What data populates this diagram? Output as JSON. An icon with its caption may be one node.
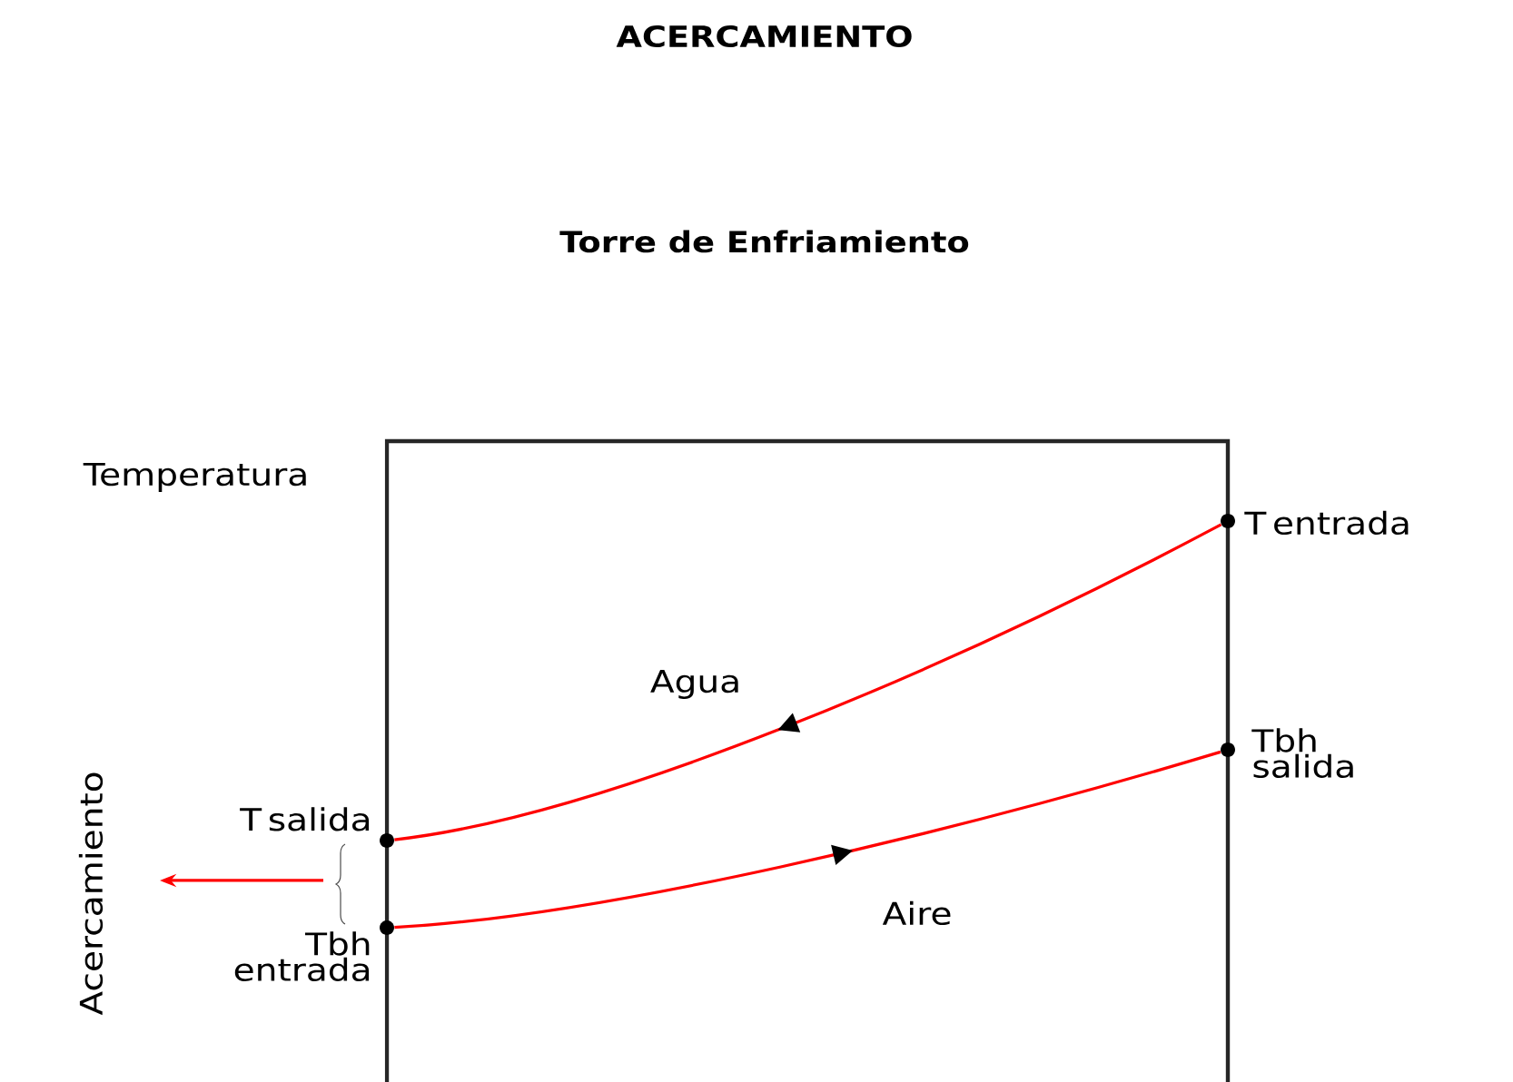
{
  "diagram": {
    "title": "ACERCAMIENTO",
    "nodes": [
      {
        "text": [],
        "shape": "circle",
        "beside": [
          "T entrada"
        ]
      },
      {
        "text": [],
        "shape": "circle",
        "beside": [
          "Tbh salida"
        ]
      },
      {
        "text": [],
        "shape": "circle",
        "beside": [
          "T salida"
        ]
      },
      {
        "text": [],
        "shape": "circle",
        "beside": [
          "Tbh entrada"
        ]
      }
    ],
    "edges": [
      {
        "from": 0,
        "to": 2,
        "arrow": "to",
        "label": "Agua"
      },
      {
        "from": 3,
        "to": 1,
        "arrow": "to",
        "label": "Aire"
      }
    ],
    "labels": [
      "Torre de Enfriamiento",
      "Temperatura",
      "Acercamiento"
    ]
  }
}
